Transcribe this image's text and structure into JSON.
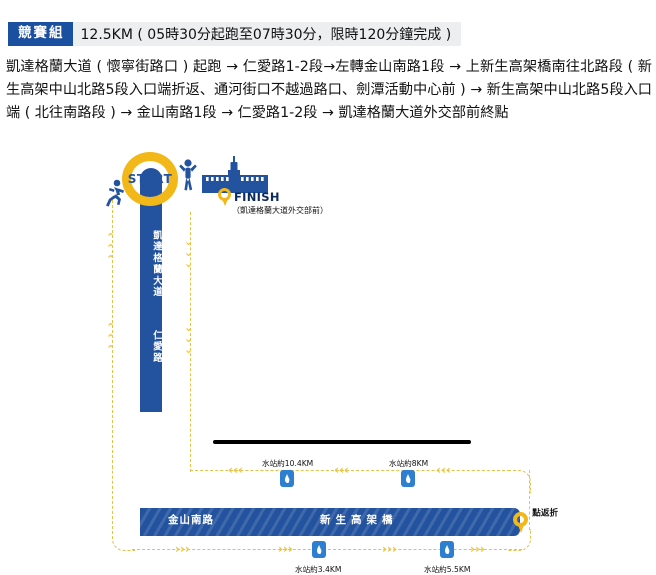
{
  "header": {
    "badge_label": "競賽組",
    "info_text": "12.5KM ( 05時30分起跑至07時30分，限時120分鐘完成 )",
    "badge_bg": "#1b4fa0",
    "info_bg": "#eceef0"
  },
  "route_description": "凱達格蘭大道 ( 懷寧街路口 ) 起跑 → 仁愛路1-2段→左轉金山南路1段 → 上新生高架橋南往北路段 ( 新生高架中山北路5段入口端折返、通河街口不越過路口、劍潭活動中心前 ) → 新生高架中山北路5段入口端 ( 北往南路段 ) → 金山南路1段 → 仁愛路1-2段 → 凱達格蘭大道外交部前終點",
  "map": {
    "start_label": "START",
    "finish_label": "FINISH",
    "finish_sub_label": "（凱達格蘭大道外交部前）",
    "turnaround_label": "折返點",
    "roads": {
      "vertical_upper": "凱達格蘭大道",
      "vertical_lower": "仁愛路",
      "horizontal_left": "金山南路",
      "horizontal_right": "新生高架橋"
    },
    "water_stations": [
      {
        "label": "水站約10.4KM",
        "position": "upper-left"
      },
      {
        "label": "水站約8KM",
        "position": "upper-right"
      },
      {
        "label": "水站約3.4KM",
        "position": "lower-left"
      },
      {
        "label": "水站約5.5KM",
        "position": "lower-right"
      }
    ],
    "colors": {
      "road_blue": "#23539f",
      "accent_yellow": "#f2b718",
      "dash_yellow": "#e7c04a",
      "drop_blue": "#2f7fd1"
    }
  }
}
